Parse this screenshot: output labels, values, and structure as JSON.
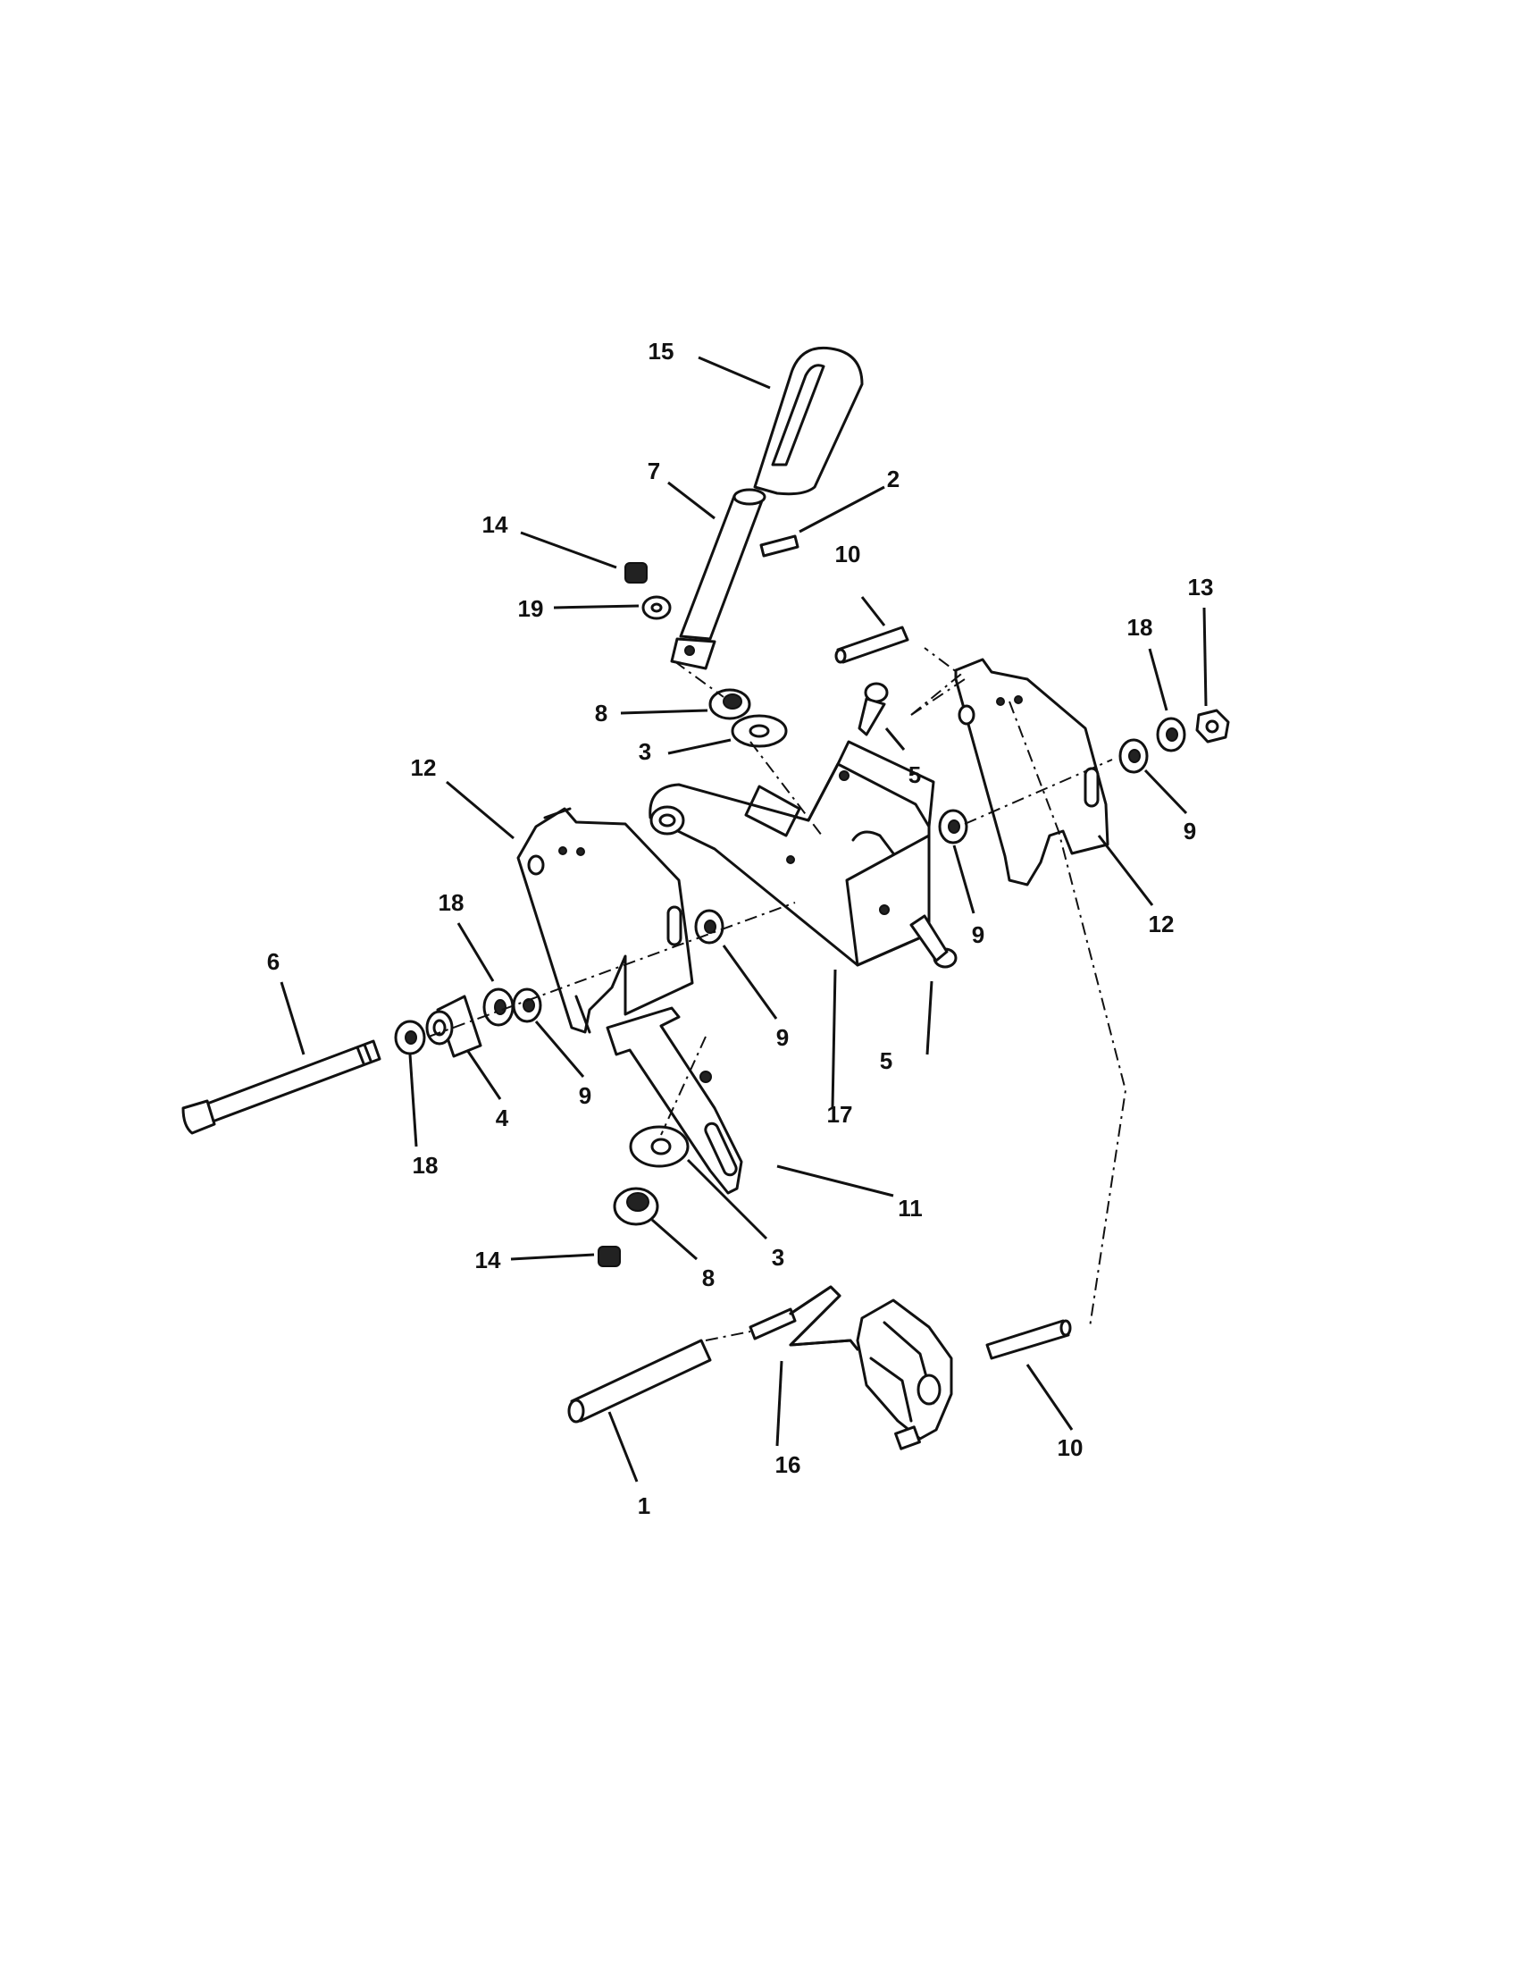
{
  "callouts": {
    "c1": "1",
    "c2": "2",
    "c3a": "3",
    "c3b": "3",
    "c4": "4",
    "c5a": "5",
    "c5b": "5",
    "c6": "6",
    "c7": "7",
    "c8a": "8",
    "c8b": "8",
    "c9a": "9",
    "c9b": "9",
    "c9c": "9",
    "c9d": "9",
    "c10a": "10",
    "c10b": "10",
    "c11": "11",
    "c12a": "12",
    "c12b": "12",
    "c13": "13",
    "c14a": "14",
    "c14b": "14",
    "c15": "15",
    "c16": "16",
    "c17": "17",
    "c18a": "18",
    "c18b": "18",
    "c18c": "18",
    "c19": "19"
  }
}
